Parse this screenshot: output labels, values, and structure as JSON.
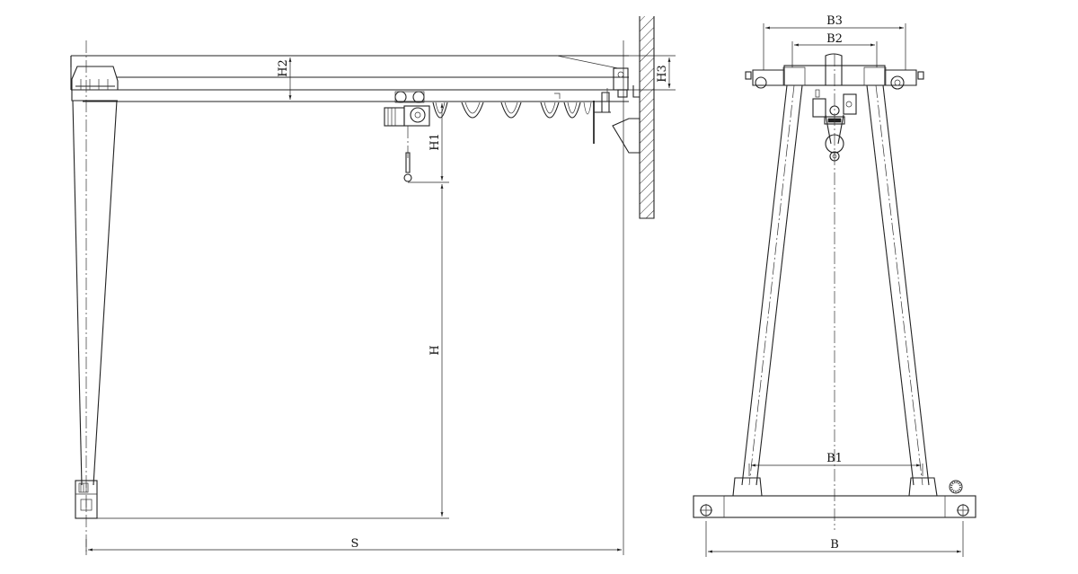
{
  "dimensions": {
    "side_view": {
      "span": "S",
      "lift_height": "H",
      "hook_clearance": "H1",
      "girder_height": "H2",
      "wall_bracket_height": "H3"
    },
    "end_view": {
      "base_width": "B",
      "leg_spread": "B1",
      "top_width": "B2",
      "overall_top_width": "B3"
    }
  },
  "colors": {
    "line": "#222222",
    "background": "#ffffff"
  }
}
